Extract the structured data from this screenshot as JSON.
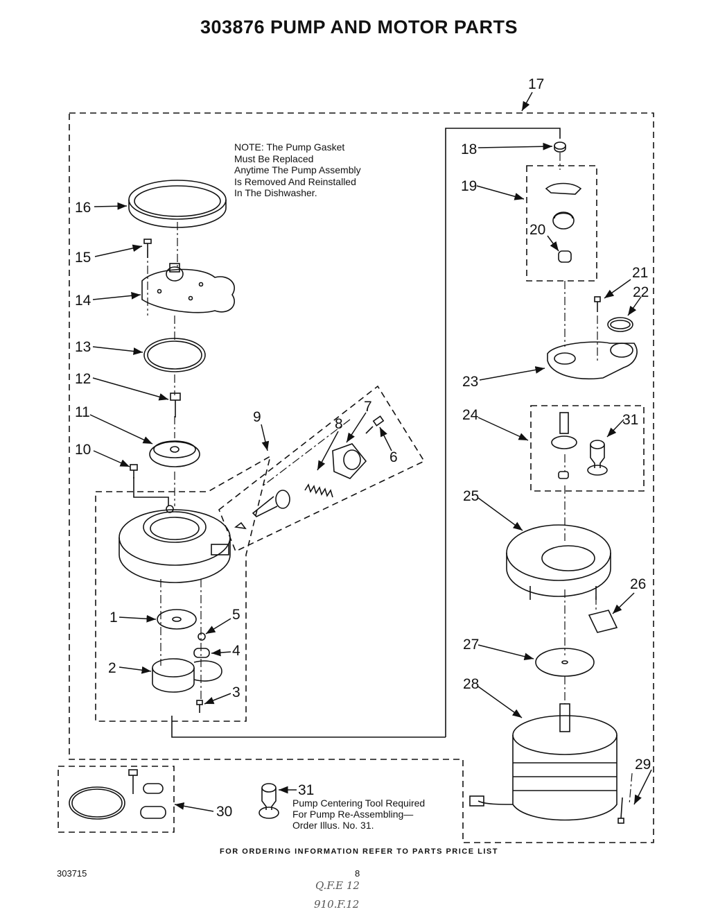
{
  "title": "303876 PUMP AND MOTOR PARTS",
  "note": "NOTE: The Pump Gasket\nMust Be Replaced\nAnytime The Pump Assembly\nIs Removed And Reinstalled\nIn The Dishwasher.",
  "tool_note": "Pump Centering Tool Required\nFor Pump Re-Assembling—\nOrder Illus. No. 31.",
  "footer": "FOR ORDERING INFORMATION REFER TO PARTS PRICE LIST",
  "doc_number": "303715",
  "page_number": "8",
  "handwritten": [
    "Q.F.E 12",
    "910.F.12"
  ],
  "callouts": {
    "c1": "1",
    "c2": "2",
    "c3": "3",
    "c4": "4",
    "c5": "5",
    "c6": "6",
    "c7": "7",
    "c8": "8",
    "c9": "9",
    "c10": "10",
    "c11": "11",
    "c12": "12",
    "c13": "13",
    "c14": "14",
    "c15": "15",
    "c16": "16",
    "c17": "17",
    "c18": "18",
    "c19": "19",
    "c20": "20",
    "c21": "21",
    "c22": "22",
    "c23": "23",
    "c24": "24",
    "c25": "25",
    "c26": "26",
    "c27": "27",
    "c28": "28",
    "c29": "29",
    "c30": "30",
    "c31a": "31",
    "c31b": "31"
  }
}
